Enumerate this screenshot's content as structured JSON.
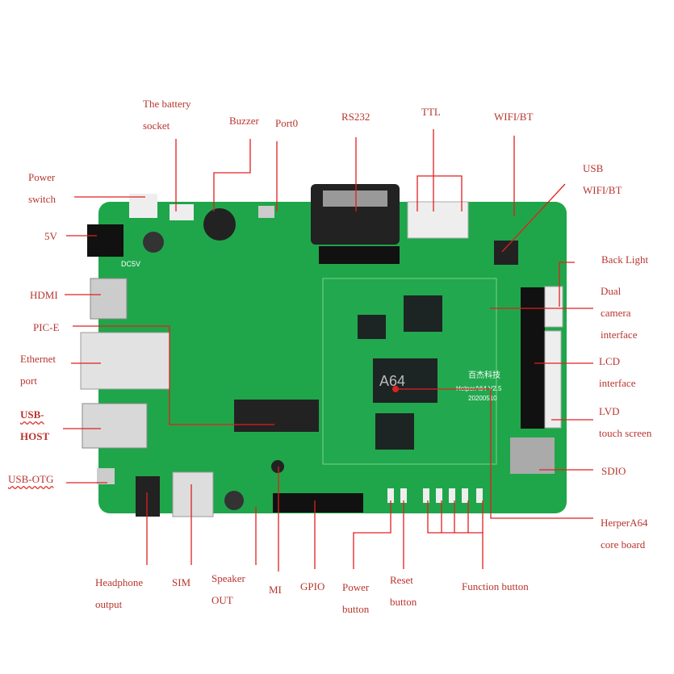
{
  "labels": {
    "battery": [
      "The battery",
      "socket"
    ],
    "buzzer": [
      "Buzzer"
    ],
    "port0": [
      "Port0"
    ],
    "rs232": [
      "RS232"
    ],
    "ttl": [
      "TTL"
    ],
    "wifi_bt": [
      "WIFI/BT"
    ],
    "usb_wifi_bt": [
      "USB",
      "WIFI/BT"
    ],
    "power_switch": [
      "Power",
      "switch"
    ],
    "dc5v": [
      "5V"
    ],
    "back_light": [
      "Back Light"
    ],
    "camera": [
      "Dual",
      "camera",
      "interface"
    ],
    "hdmi": [
      "HDMI"
    ],
    "pcie": [
      "PIC-E"
    ],
    "ethernet": [
      "Ethernet",
      "port"
    ],
    "lcd": [
      "LCD",
      "interface"
    ],
    "usb_host": [
      "USB-",
      "HOST"
    ],
    "lvd": [
      "LVD",
      "touch screen"
    ],
    "sdio": [
      "SDIO"
    ],
    "usb_otg": [
      "USB-OTG"
    ],
    "core_board": [
      "HerperA64",
      "core board"
    ],
    "headphone": [
      "Headphone",
      "output"
    ],
    "sim": [
      "SIM"
    ],
    "speaker": [
      "Speaker",
      "OUT"
    ],
    "mic": [
      "MI"
    ],
    "gpio": [
      "GPIO"
    ],
    "power_button": [
      "Power",
      "button"
    ],
    "reset_button": [
      "Reset",
      "button"
    ],
    "function_button": [
      "Function button"
    ]
  },
  "board": {
    "chip": "A64",
    "brand": "百杰科技",
    "model": "HelperA64  V2.5",
    "date": "20200510",
    "silk_dc": "DC5V"
  },
  "colors": {
    "label": "#b8352e",
    "line": "#e02020",
    "pcb": "#1fa64a"
  }
}
